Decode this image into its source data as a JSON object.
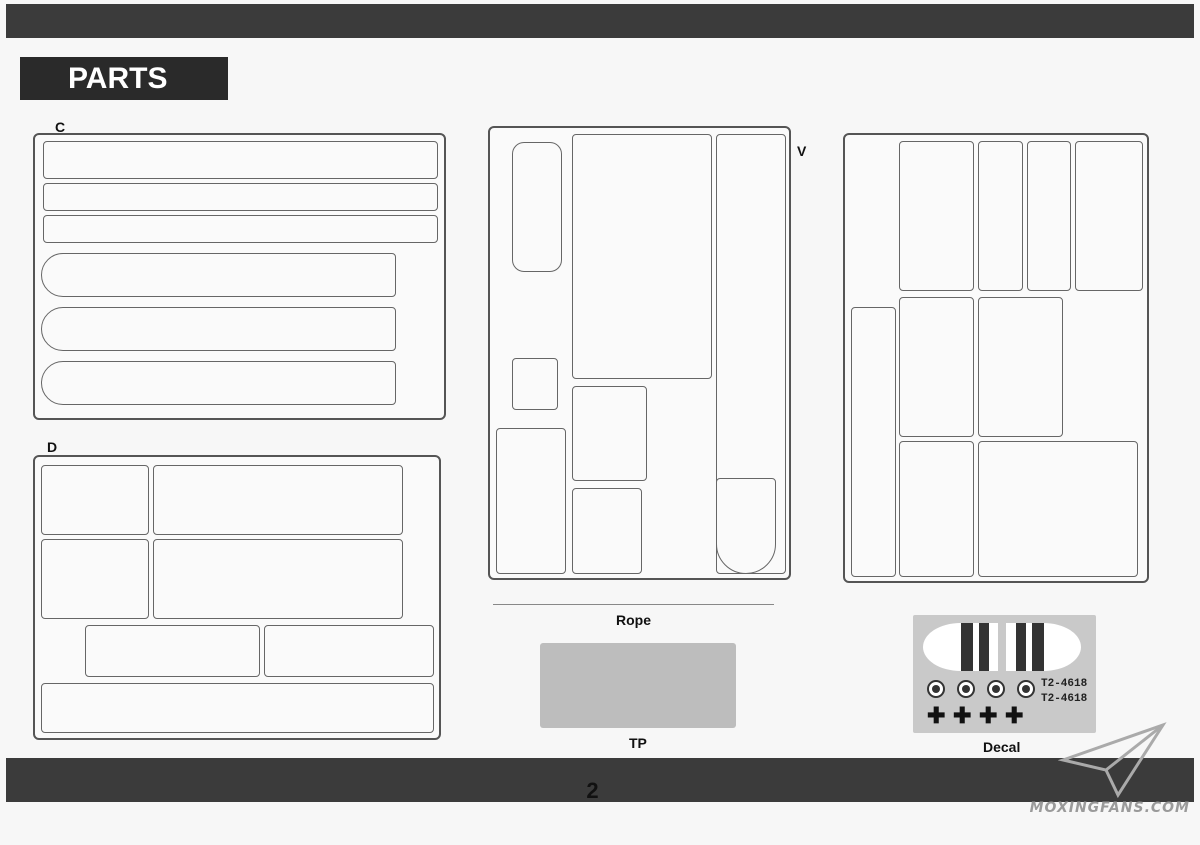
{
  "header": {
    "title": "PARTS"
  },
  "sprues": {
    "c": {
      "letter": "C"
    },
    "d": {
      "letter": "D"
    },
    "v": {
      "letter": "V"
    }
  },
  "labels": {
    "rope": "Rope",
    "tp": "TP",
    "decal": "Decal"
  },
  "decal_sheet": {
    "registration_1": "T2-4618",
    "registration_2": "T2-4618"
  },
  "footer": {
    "page_number": "2"
  },
  "watermark": {
    "text": "MOXINGFANS.COM"
  },
  "colors": {
    "band": "#3b3b3b",
    "tag_bg": "#2a2a2a",
    "tag_text": "#ffffff"
  }
}
